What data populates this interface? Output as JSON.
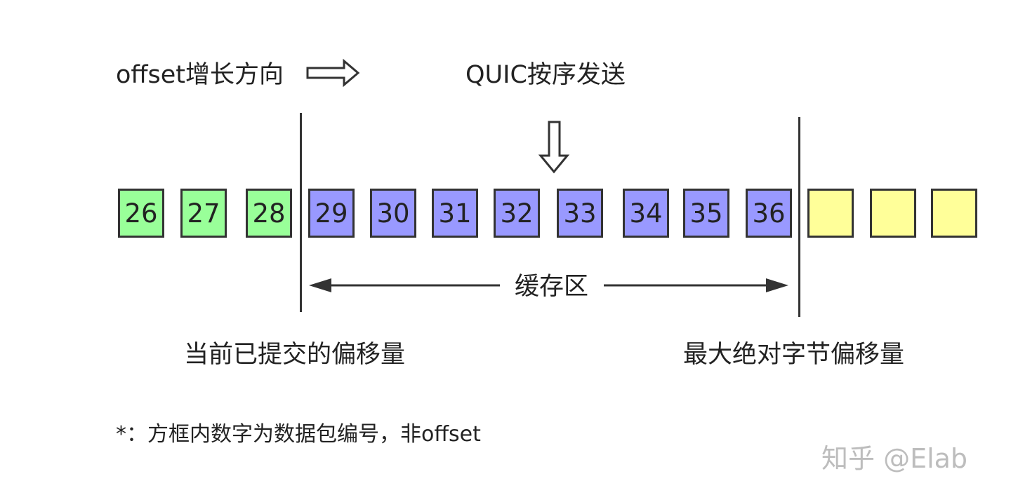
{
  "labels": {
    "offset_direction": "offset增长方向",
    "quic_send": "QUIC按序发送",
    "buffer": "缓存区",
    "committed_offset": "当前已提交的偏移量",
    "max_offset": "最大绝对字节偏移量",
    "footnote": "*：方框内数字为数据包编号，非offset",
    "watermark": "知乎 @Elab"
  },
  "packets": [
    {
      "num": "26",
      "state": "committed"
    },
    {
      "num": "27",
      "state": "committed"
    },
    {
      "num": "28",
      "state": "committed"
    },
    {
      "num": "29",
      "state": "buffered"
    },
    {
      "num": "30",
      "state": "buffered"
    },
    {
      "num": "31",
      "state": "buffered"
    },
    {
      "num": "32",
      "state": "buffered"
    },
    {
      "num": "33",
      "state": "buffered"
    },
    {
      "num": "34",
      "state": "buffered"
    },
    {
      "num": "35",
      "state": "buffered"
    },
    {
      "num": "36",
      "state": "buffered"
    },
    {
      "num": "",
      "state": "pending"
    },
    {
      "num": "",
      "state": "pending"
    },
    {
      "num": "",
      "state": "pending"
    }
  ],
  "colors": {
    "committed": "#99ff99",
    "buffered": "#9999ff",
    "pending": "#ffff99",
    "stroke": "#333333",
    "text": "#222222"
  },
  "icons": {
    "direction": "hollow-right-arrow-icon",
    "send": "hollow-down-arrow-icon",
    "range": "double-headed-arrow-icon"
  }
}
